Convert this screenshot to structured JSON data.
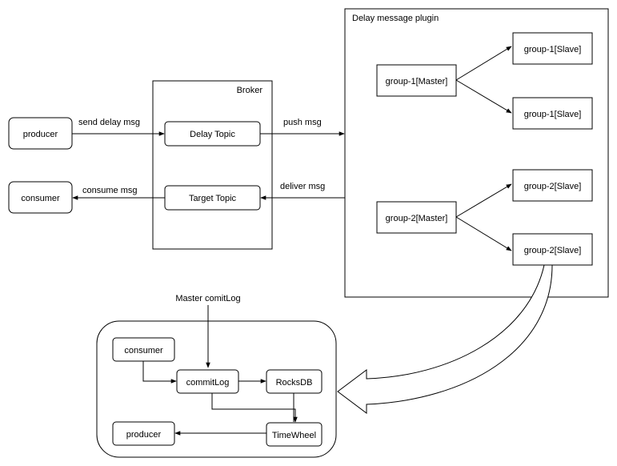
{
  "plugin": {
    "title": "Delay message plugin"
  },
  "broker": {
    "title": "Broker",
    "delay_topic": "Delay Topic",
    "target_topic": "Target Topic"
  },
  "left": {
    "producer": "producer",
    "consumer": "consumer"
  },
  "groups": {
    "g1_master": "group-1[Master]",
    "g1_slave_a": "group-1[Slave]",
    "g1_slave_b": "group-1[Slave]",
    "g2_master": "group-2[Master]",
    "g2_slave_a": "group-2[Slave]",
    "g2_slave_b": "group-2[Slave]"
  },
  "edges": {
    "send": "send delay msg",
    "consume": "consume msg",
    "push": "push msg",
    "deliver": "deliver msg",
    "master_commitlog": "Master comitLog"
  },
  "detail": {
    "consumer": "consumer",
    "commitlog": "commitLog",
    "rocksdb": "RocksDB",
    "timewheel": "TimeWheel",
    "producer": "producer"
  }
}
